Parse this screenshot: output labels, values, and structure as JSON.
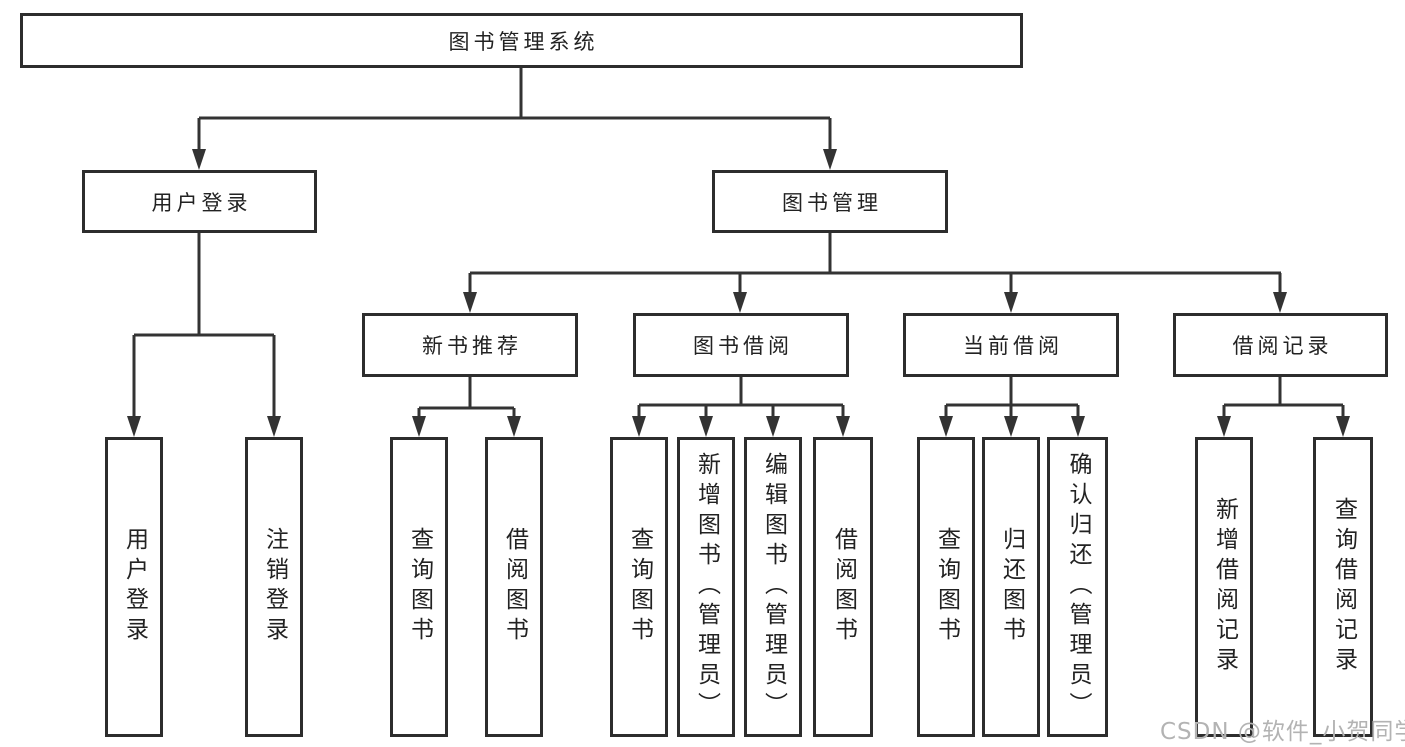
{
  "diagram_type": "tree-structure-chart",
  "nodes": [
    {
      "id": "system-root",
      "label": "图书管理系统",
      "parent": null
    },
    {
      "id": "user-login-group",
      "label": "用户登录",
      "parent": "system-root"
    },
    {
      "id": "book-management",
      "label": "图书管理",
      "parent": "system-root"
    },
    {
      "id": "new-book-recommend",
      "label": "新书推荐",
      "parent": "book-management"
    },
    {
      "id": "book-borrowing",
      "label": "图书借阅",
      "parent": "book-management"
    },
    {
      "id": "current-borrowing",
      "label": "当前借阅",
      "parent": "book-management"
    },
    {
      "id": "borrowing-records",
      "label": "借阅记录",
      "parent": "book-management"
    },
    {
      "id": "user-login",
      "label": "用户登录",
      "parent": "user-login-group"
    },
    {
      "id": "logout",
      "label": "注销登录",
      "parent": "user-login-group"
    },
    {
      "id": "query-books-1",
      "label": "查询图书",
      "parent": "new-book-recommend"
    },
    {
      "id": "borrow-books-1",
      "label": "借阅图书",
      "parent": "new-book-recommend"
    },
    {
      "id": "query-books-2",
      "label": "查询图书",
      "parent": "book-borrowing"
    },
    {
      "id": "add-books-admin",
      "label": "新增图书（管理员）",
      "parent": "book-borrowing"
    },
    {
      "id": "edit-books-admin",
      "label": "编辑图书（管理员）",
      "parent": "book-borrowing"
    },
    {
      "id": "borrow-books-2",
      "label": "借阅图书",
      "parent": "book-borrowing"
    },
    {
      "id": "query-books-3",
      "label": "查询图书",
      "parent": "current-borrowing"
    },
    {
      "id": "return-books",
      "label": "归还图书",
      "parent": "current-borrowing"
    },
    {
      "id": "confirm-return-admin",
      "label": "确认归还（管理员）",
      "parent": "current-borrowing"
    },
    {
      "id": "add-borrow-record",
      "label": "新增借阅记录",
      "parent": "borrowing-records"
    },
    {
      "id": "query-borrow-record",
      "label": "查询借阅记录",
      "parent": "borrowing-records"
    }
  ],
  "watermark": "CSDN @软件_小贺同学",
  "colors": {
    "line": "#333333",
    "border": "#2d2d2d",
    "text": "#222222",
    "watermark": "#b3b3b3",
    "background": "#ffffff"
  }
}
